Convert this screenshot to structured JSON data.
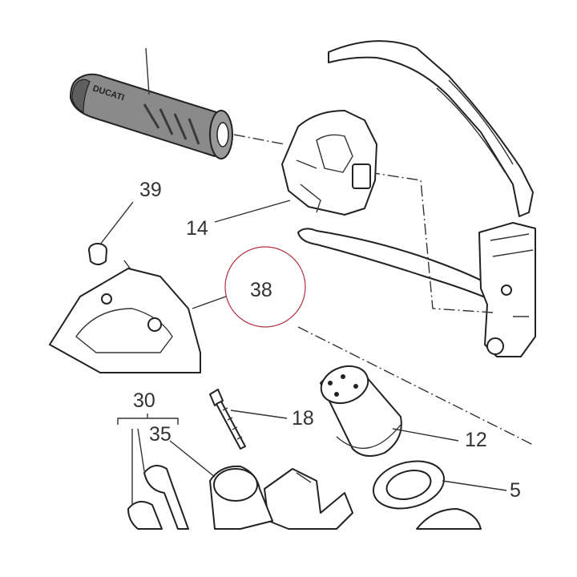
{
  "diagram": {
    "highlight_color": "#b03040",
    "line_color": "#222222",
    "grip_color": "#777777",
    "callouts": [
      {
        "id": "39",
        "label": "39"
      },
      {
        "id": "14",
        "label": "14"
      },
      {
        "id": "38",
        "label": "38"
      },
      {
        "id": "30",
        "label": "30"
      },
      {
        "id": "35",
        "label": "35"
      },
      {
        "id": "18",
        "label": "18"
      },
      {
        "id": "12",
        "label": "12"
      },
      {
        "id": "5",
        "label": "5"
      }
    ],
    "parts": [
      {
        "name": "handlebar-grip",
        "text": "DUCATI"
      },
      {
        "name": "switch-housing"
      },
      {
        "name": "brake-lever"
      },
      {
        "name": "master-cylinder"
      },
      {
        "name": "grommet-cap"
      },
      {
        "name": "guard-plate"
      },
      {
        "name": "screw"
      },
      {
        "name": "throttle-tube"
      },
      {
        "name": "washer-ring"
      },
      {
        "name": "ignition-keys"
      },
      {
        "name": "ignition-lock"
      }
    ]
  }
}
